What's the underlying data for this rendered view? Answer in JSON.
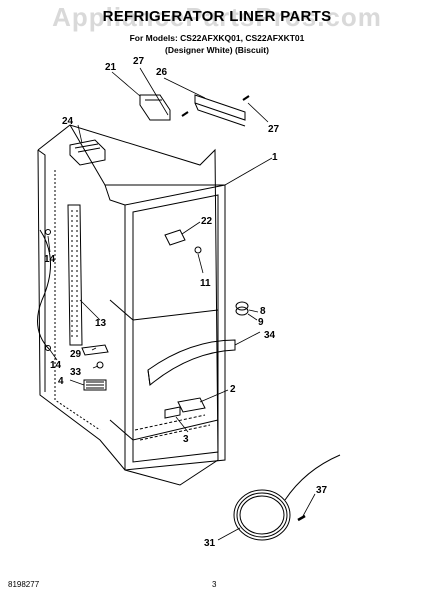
{
  "header": {
    "watermark": "AppliancePartsPros.com",
    "title": "REFRIGERATOR LINER PARTS",
    "models": "For Models: CS22AFXKQ01, CS22AFXKT01",
    "colors": "(Designer White)      (Biscuit)"
  },
  "callouts": {
    "p21": "21",
    "p27a": "27",
    "p26": "26",
    "p24": "24",
    "p27b": "27",
    "p1": "1",
    "p22": "22",
    "p14a": "14",
    "p11": "11",
    "p13": "13",
    "p8": "8",
    "p9": "9",
    "p34": "34",
    "p14b": "14",
    "p29": "29",
    "p33": "33",
    "p4": "4",
    "p2": "2",
    "p3": "3",
    "p37": "37",
    "p31": "31"
  },
  "footer": {
    "doc_number": "8198277",
    "page_number": "3"
  }
}
